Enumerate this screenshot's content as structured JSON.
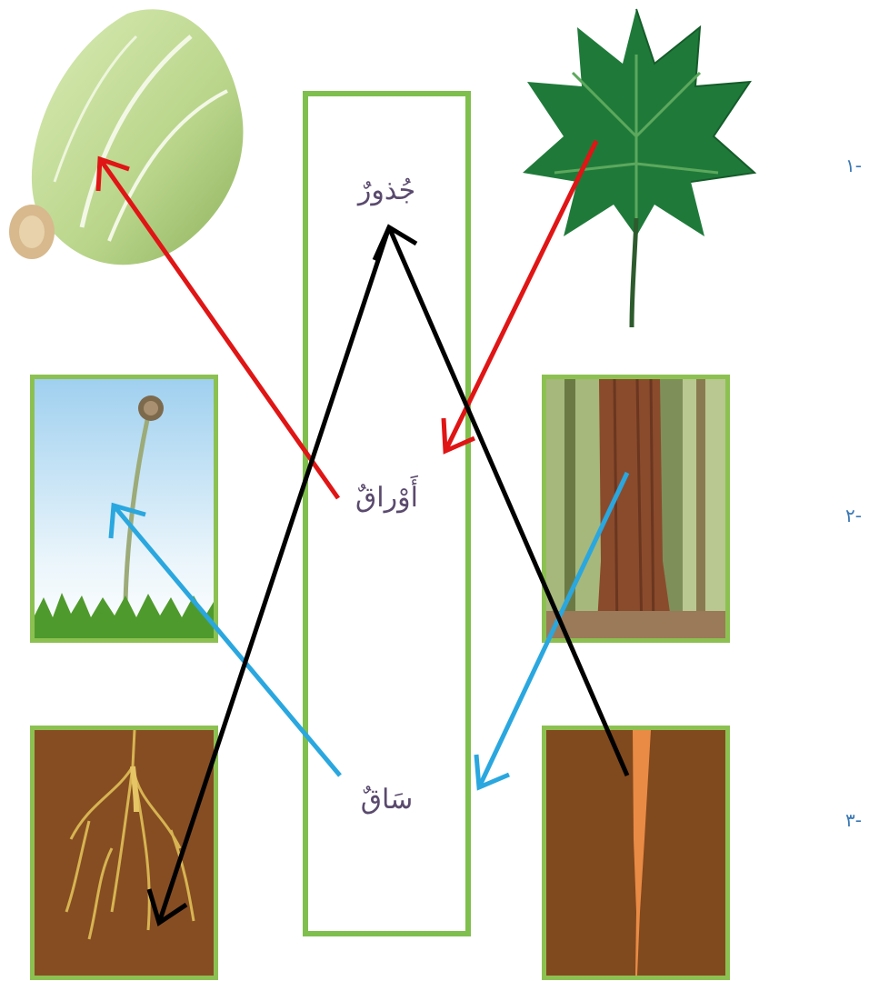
{
  "center_words": {
    "roots": "جُذورٌ",
    "leaves": "أَوْراقٌ",
    "stem": "سَاقٌ"
  },
  "row_numbers": [
    "-١",
    "-٢",
    "-٣"
  ],
  "images": {
    "lettuce": "lettuce",
    "maple_leaf": "maple-leaf",
    "dandelion_stem": "dandelion-stem",
    "tree_trunk": "tree-trunk",
    "plant_roots": "plant-roots",
    "carrot_root": "carrot-root"
  },
  "colors": {
    "frame": "#7fbf4d",
    "leaf_arrow": "#e01515",
    "stem_arrow": "#2aa7df",
    "root_arrow": "#000000"
  }
}
